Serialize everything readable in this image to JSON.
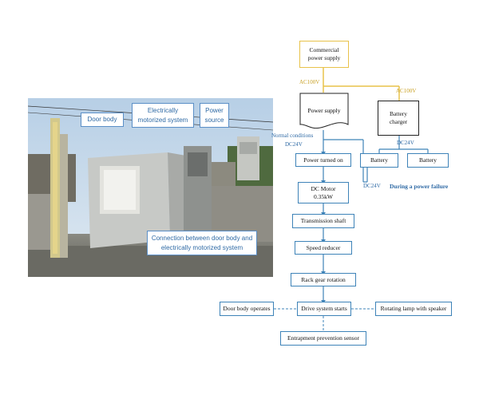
{
  "photo": {
    "labels": {
      "door_body": "Door body",
      "electric_system": "Electrically\nmotorized system",
      "power_source": "Power\nsource",
      "connection": "Connection between door body and\nelectrically motorized system"
    }
  },
  "flow": {
    "commercial": "Commercial\npower supply",
    "ac_left": "AC100V",
    "ac_right": "AC100V",
    "power_supply": "Power supply",
    "charger": "Battery\ncharger",
    "normal": "Normal conditions",
    "dc24_left": "DC24V",
    "dc24_right": "DC24V",
    "battery1": "Battery",
    "battery2": "Battery",
    "dc24_bottom": "DC24V",
    "failure": "During a power failure",
    "power_on": "Power turned on",
    "motor": "DC Motor\n0.35kW",
    "shaft": "Transmission shaft",
    "reducer": "Speed reducer",
    "rack": "Rack gear rotation",
    "drive": "Drive system starts",
    "door_op": "Door body operates",
    "lamp": "Rotating lamp with speaker",
    "sensor": "Entrapment prevention sensor"
  },
  "colors": {
    "ac_line": "#e8c24a",
    "dc_line": "#3e83b8",
    "node_border": "#222222"
  }
}
